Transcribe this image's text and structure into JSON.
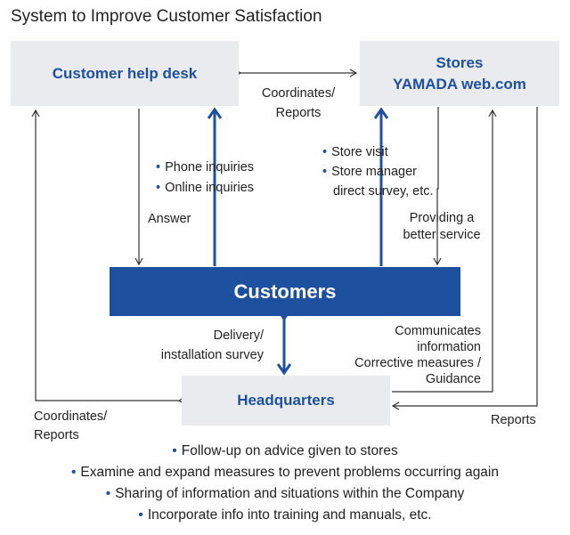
{
  "title": "System to Improve Customer Satisfaction",
  "boxes": {
    "help_desk": "Customer help desk",
    "stores_line1": "Stores",
    "stores_line2": "YAMADA web.com",
    "customers": "Customers",
    "headquarters": "Headquarters"
  },
  "labels": {
    "coord_top_1": "Coordinates/",
    "coord_top_2": "Reports",
    "inquiries": [
      "Phone inquiries",
      "Online inquiries"
    ],
    "store_methods": [
      "Store visit",
      "Store manager",
      "direct survey, etc."
    ],
    "answer": "Answer",
    "better_service_1": "Providing a",
    "better_service_2": "better service",
    "delivery_1": "Delivery/",
    "delivery_2": "installation survey",
    "communicates": [
      "Communicates",
      "information",
      "Corrective measures /",
      "Guidance"
    ],
    "coord_bottom_1": "Coordinates/",
    "coord_bottom_2": "Reports",
    "reports_right": "Reports"
  },
  "bottom_bullets": [
    "Follow-up on advice given to stores",
    "Examine and expand measures to prevent problems occurring again",
    "Sharing of information and situations within the Company",
    "Incorporate info into training and manuals, etc."
  ],
  "colors": {
    "accent": "#1e50a0",
    "box_bg": "#e9ebee",
    "line": "#333333"
  }
}
